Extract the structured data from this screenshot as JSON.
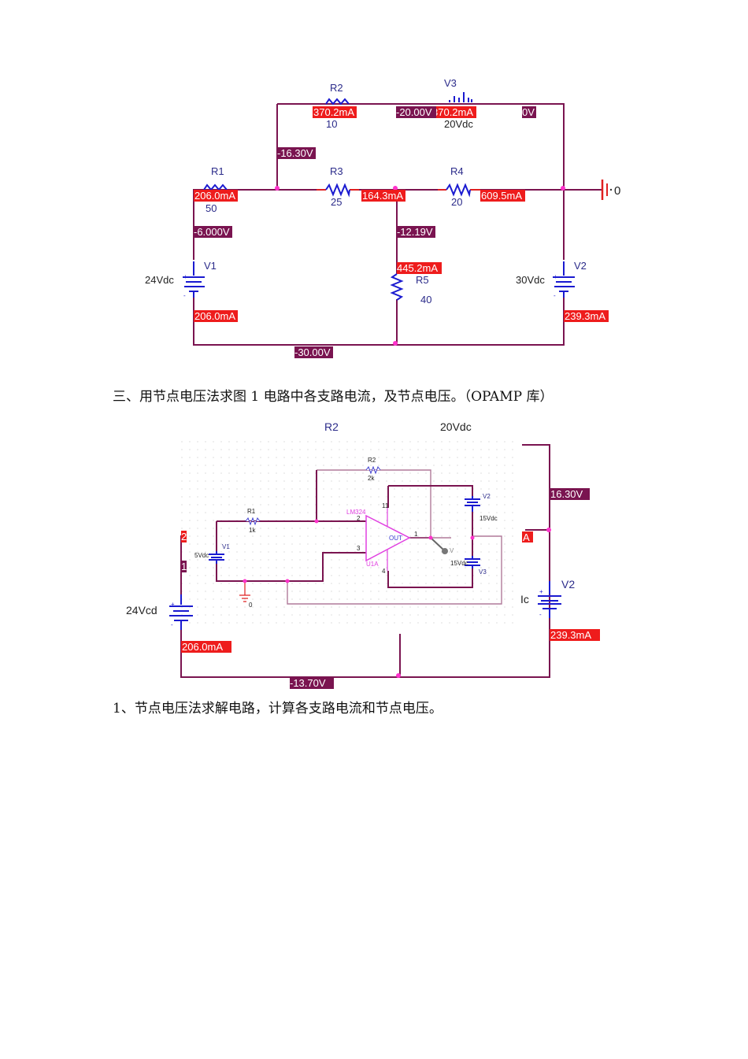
{
  "figure1": {
    "components": {
      "R1": {
        "name": "R1",
        "value": "50"
      },
      "R2": {
        "name": "R2",
        "value": "10"
      },
      "R3": {
        "name": "R3",
        "value": "25"
      },
      "R4": {
        "name": "R4",
        "value": "20"
      },
      "R5": {
        "name": "R5",
        "value": "40"
      },
      "V1": {
        "name": "V1",
        "value": "24Vdc"
      },
      "V2": {
        "name": "V2",
        "value": "30Vdc"
      },
      "V3": {
        "name": "V3",
        "value": "20Vdc"
      },
      "ground": "0"
    },
    "currents": {
      "R2": "370.2mA",
      "V3": "370.2mA",
      "R1": "206.0mA",
      "R3": "164.3mA",
      "R4": "609.5mA",
      "R5": "445.2mA",
      "V1": "206.0mA",
      "V2": "239.3mA"
    },
    "voltages": {
      "v3_minus": "-20.00V",
      "top_right": "0V",
      "node_left_top": "-16.30V",
      "node_v1": "-6.000V",
      "node_r5": "-12.19V",
      "bottom": "-30.00V"
    }
  },
  "caption1": "三、用节点电压法求图 1 电路中各支路电流，及节点电压。（OPAMP 库）",
  "figure2": {
    "header_labels": {
      "r2": "R2",
      "v": "20Vdc"
    },
    "opamp": {
      "part": "LM324",
      "ref": "U1A",
      "out": "OUT",
      "pins": {
        "inv": "2",
        "noninv": "3",
        "out": "1",
        "vpos": "11",
        "vneg": "4"
      }
    },
    "R1": {
      "name": "R1",
      "value": "1k"
    },
    "R2": {
      "name": "R2",
      "value": "2k"
    },
    "V1": {
      "name": "V1",
      "value": "5Vdc"
    },
    "V2_inner": {
      "name": "V2",
      "value": "15Vdc"
    },
    "V3_inner": {
      "name": "V3",
      "value": "15Vdc"
    },
    "ground": "0",
    "probe": "V",
    "outer": {
      "left_source": "24Vcd",
      "right_source_name": "V2",
      "right_source_value": "Ic",
      "voltage_right": "16.30V",
      "node_a": "A",
      "current_right": "239.3mA",
      "current_left": "206.0mA",
      "voltage_bottom": "-13.70V",
      "left_marker_top": "2",
      "left_marker_mid": "1"
    }
  },
  "caption2": "1、节点电压法求解电路，计算各支路电流和节点电压。"
}
